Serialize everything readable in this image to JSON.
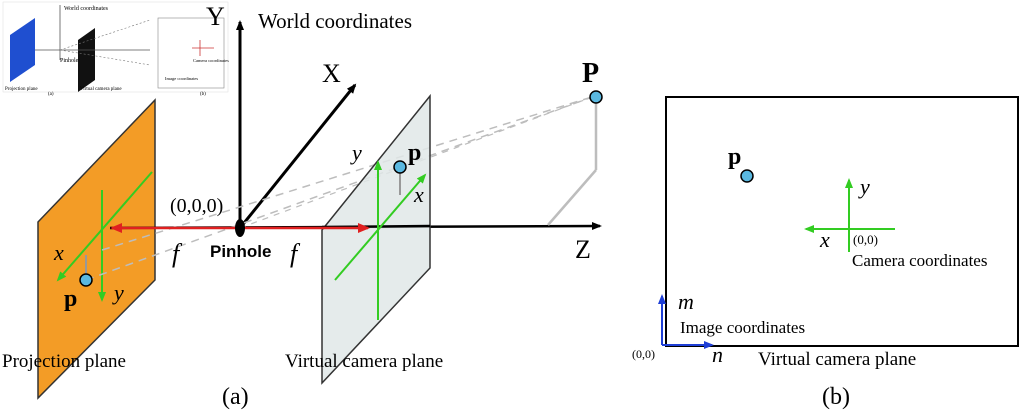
{
  "panel_a": {
    "axes": {
      "y": "Y",
      "x": "X",
      "z": "Z"
    },
    "world_coordinates_label": "World coordinates",
    "origin_label": "(0,0,0)",
    "pinhole_label": "Pinhole",
    "focal_left": "f",
    "focal_right": "f",
    "projection_plane_label": "Projection plane",
    "virtual_camera_plane_label": "Virtual camera plane",
    "point_world": "P",
    "point_image_virtual": "p",
    "point_image_projection": "p",
    "virtual_axis_x": "x",
    "virtual_axis_y": "y",
    "projection_axis_x": "x",
    "projection_axis_y": "y",
    "caption": "(a)"
  },
  "panel_b": {
    "point_image": "p",
    "camera_axis_x": "x",
    "camera_axis_y": "y",
    "camera_origin": "(0,0)",
    "camera_coordinates_label": "Camera coordinates",
    "image_axis_m": "m",
    "image_axis_n": "n",
    "image_origin": "(0,0)",
    "image_coordinates_label": "Image coordinates",
    "virtual_camera_plane_label": "Virtual camera plane",
    "caption": "(b)"
  },
  "colors": {
    "projection_plane_fill": "#f39c26",
    "virtual_plane_fill": "#e6ebeb",
    "camera_axis": "#33cc22",
    "image_axis": "#1f3fd6",
    "focal_arrow": "#e02020",
    "point_fill": "#5ab8e0",
    "ray": "#bdbdbd"
  },
  "thumbnail": {
    "world_label": "World coordinates",
    "pinhole_label": "Pinhole",
    "projection_label": "Projection plane",
    "virtual_label": "Virtual camera plane",
    "cam_label": "Camera coordinates",
    "img_label": "Image coordinates",
    "cap_a": "(a)",
    "cap_b": "(b)"
  }
}
